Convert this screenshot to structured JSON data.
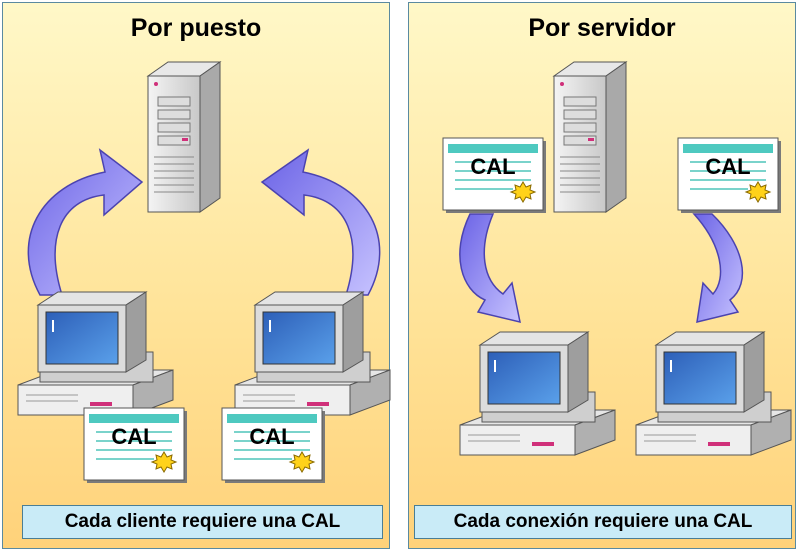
{
  "left": {
    "title": "Por puesto",
    "caption": "Cada cliente requiere una CAL",
    "license_label": "CAL"
  },
  "right": {
    "title": "Por servidor",
    "caption": "Cada conexión requiere una CAL",
    "license_label": "CAL"
  },
  "colors": {
    "panel_background": "#ffe49a",
    "caption_background": "#c9ebf7",
    "arrow": "#8e86f0",
    "certificate_band": "#4ec9c0",
    "seal": "#ffd21a",
    "monitor_screen": "#3f7fd6"
  },
  "icons": [
    "server-icon",
    "computer-icon",
    "certificate-icon",
    "curved-arrow-icon"
  ]
}
